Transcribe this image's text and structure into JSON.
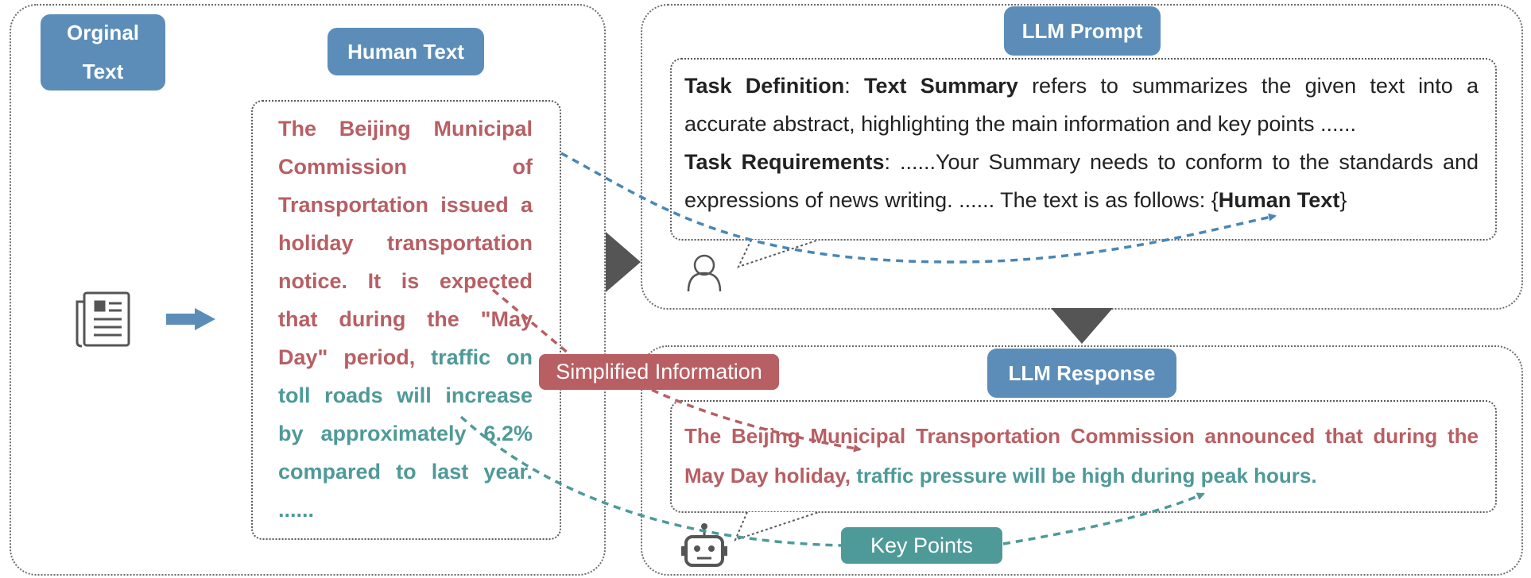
{
  "original_text": {
    "label_line1": "Orginal",
    "label_line2": "Text"
  },
  "human_text": {
    "label": "Human Text",
    "part1": "The Beijing Municipal Commission of Transportation issued a holiday transportation notice. It is expected that during the \"May Day\" period, ",
    "part2": "traffic on toll roads will increase by approximately 6.2% compared to last year. ......"
  },
  "llm_prompt": {
    "label": "LLM Prompt",
    "def_label": "Task Definition",
    "def_sep": ": ",
    "def_term": "Text Summary",
    "def_text": " refers to summarizes the given text into a accurate abstract, highlighting the main information and key points ......",
    "req_label": "Task Requirements",
    "req_text": ": ......Your Summary needs to conform to the standards and expressions of news writing. ...... The text is as follows: {",
    "req_var": "Human Text",
    "req_close": "}"
  },
  "llm_response": {
    "label": "LLM Response",
    "part1": "The Beijing Municipal Transportation Commission announced that during the May Day holiday, ",
    "part2": "traffic pressure will be high during peak hours."
  },
  "tags": {
    "simplified": "Simplified Information",
    "key_points": "Key Points"
  },
  "icons": {
    "document": "newspaper-icon",
    "user": "user-icon",
    "robot": "robot-icon"
  },
  "colors": {
    "label_blue": "#5b8db8",
    "red": "#b85f64",
    "teal": "#4e9a98",
    "arrow_blue": "#4a86b4"
  }
}
